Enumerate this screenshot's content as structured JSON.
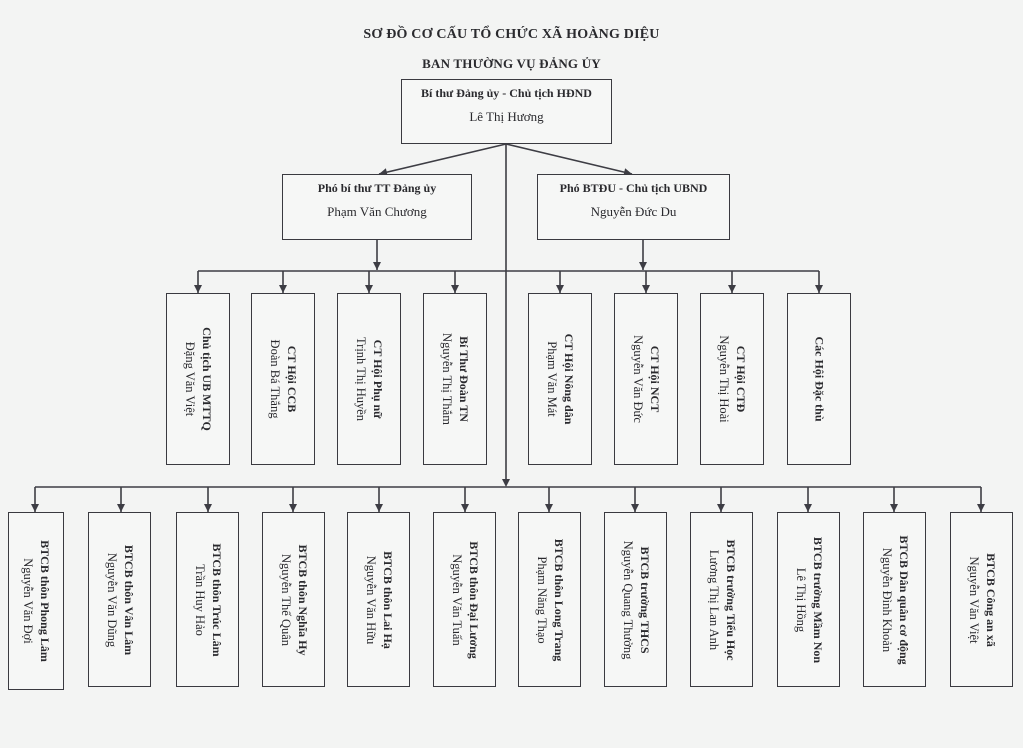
{
  "title": "SƠ ĐỒ CƠ CẤU TỔ CHỨC XÃ HOÀNG DIỆU",
  "subtitle": "BAN THƯỜNG VỤ ĐẢNG ỦY",
  "top": {
    "role": "Bí thư Đảng ủy - Chủ tịch HĐND",
    "name": "Lê Thị Hương"
  },
  "deputies": [
    {
      "role": "Phó bí thư TT Đảng ủy",
      "name": "Phạm Văn Chương"
    },
    {
      "role": "Phó BTĐU - Chủ tịch UBND",
      "name": "Nguyễn Đức Du"
    }
  ],
  "organizations": [
    {
      "role": "Chủ tịch UB MTTQ",
      "name": "Đặng Văn Việt"
    },
    {
      "role": "CT Hội CCB",
      "name": "Đoàn Bá Thắng"
    },
    {
      "role": "CT Hội Phụ nữ",
      "name": "Trịnh Thị Huyền"
    },
    {
      "role": "Bí Thư Đoàn TN",
      "name": "Nguyễn Thị Thắm"
    },
    {
      "role": "CT Hội Nông dân",
      "name": "Phạm Văn Mát"
    },
    {
      "role": "CT Hội NCT",
      "name": "Nguyễn Văn Đức"
    },
    {
      "role": "CT Hội CTĐ",
      "name": "Nguyễn Thị Hoài"
    },
    {
      "role": "Các Hội Đặc thù",
      "name": ""
    }
  ],
  "cells": [
    {
      "role": "BTCB thôn Phong Lâm",
      "name": "Nguyễn Văn Đợi"
    },
    {
      "role": "BTCB thôn Vân Lâm",
      "name": "Nguyễn Văn Dũng"
    },
    {
      "role": "BTCB thôn Trúc Lâm",
      "name": "Trần Huy Hảo"
    },
    {
      "role": "BTCB thôn Nghĩa Hy",
      "name": "Nguyễn Thế Quân"
    },
    {
      "role": "BTCB thôn Lai Hạ",
      "name": "Nguyễn Văn Hữu"
    },
    {
      "role": "BTCB thôn Đại Lương",
      "name": "Nguyễn Văn Tuấn"
    },
    {
      "role": "BTCB thôn Long Trang",
      "name": "Phạm Năng Thạo"
    },
    {
      "role": "BTCB trường THCS",
      "name": "Nguyễn Quang Thưởng"
    },
    {
      "role": "BTCB trường Tiểu Học",
      "name": "Lương Thị Lan Anh"
    },
    {
      "role": "BTCB trường Mầm Non",
      "name": "Lê Thị Hồng"
    },
    {
      "role": "BTCB Dân quân cơ động",
      "name": "Nguyễn Đình Khoản"
    },
    {
      "role": "BTCB Công an xã",
      "name": "Nguyễn Văn Việt"
    }
  ]
}
